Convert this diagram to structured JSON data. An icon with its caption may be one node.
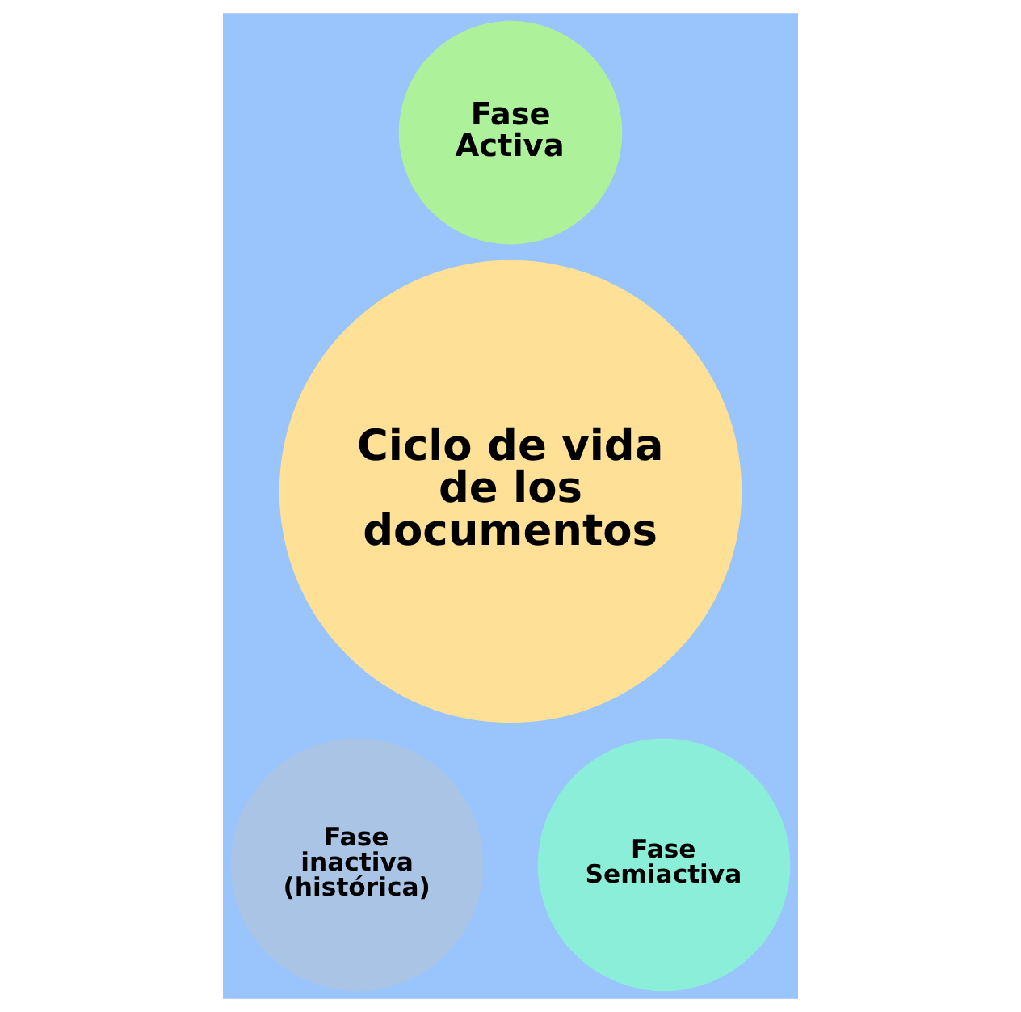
{
  "diagram": {
    "nodes": [
      {
        "text": [
          "Fase Activa"
        ]
      },
      {
        "text": [
          "Ciclo de vida de los documentos"
        ]
      },
      {
        "text": [
          "Fase inactiva (histórica)"
        ]
      },
      {
        "text": [
          "Fase Semiactiva"
        ]
      }
    ]
  }
}
